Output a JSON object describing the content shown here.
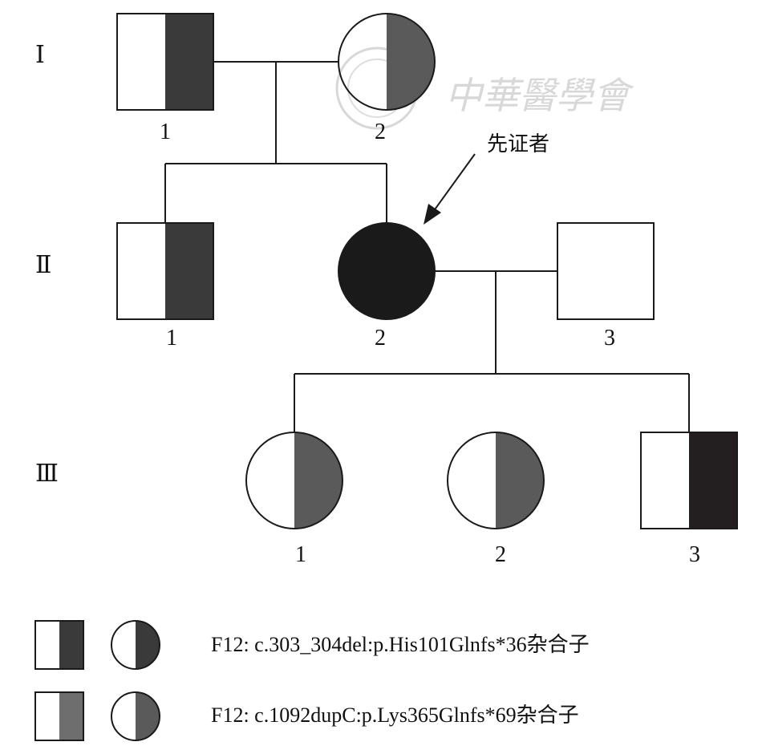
{
  "generations": [
    "Ⅰ",
    "Ⅱ",
    "Ⅲ"
  ],
  "individuals": {
    "I1": {
      "number": "1"
    },
    "I2": {
      "number": "2"
    },
    "II1": {
      "number": "1"
    },
    "II2": {
      "number": "2"
    },
    "II3": {
      "number": "3"
    },
    "III1": {
      "number": "1"
    },
    "III2": {
      "number": "2"
    },
    "III3": {
      "number": "3"
    }
  },
  "proband": {
    "label": "先证者"
  },
  "legend": [
    {
      "text": "F12: c.303_304del:p.His101Glnfs*36杂合子",
      "color": "#3a3a3a"
    },
    {
      "text": "F12: c.1092dupC:p.Lys365Glnfs*69杂合子",
      "color": "#6e6e6e"
    }
  ],
  "watermark": {
    "text": "中華醫學會"
  },
  "colors": {
    "variant_1": "#3a3a3a",
    "variant_2": "#5a5a5a",
    "affected": "#1a1a1a",
    "line": "#1a1a1a"
  }
}
